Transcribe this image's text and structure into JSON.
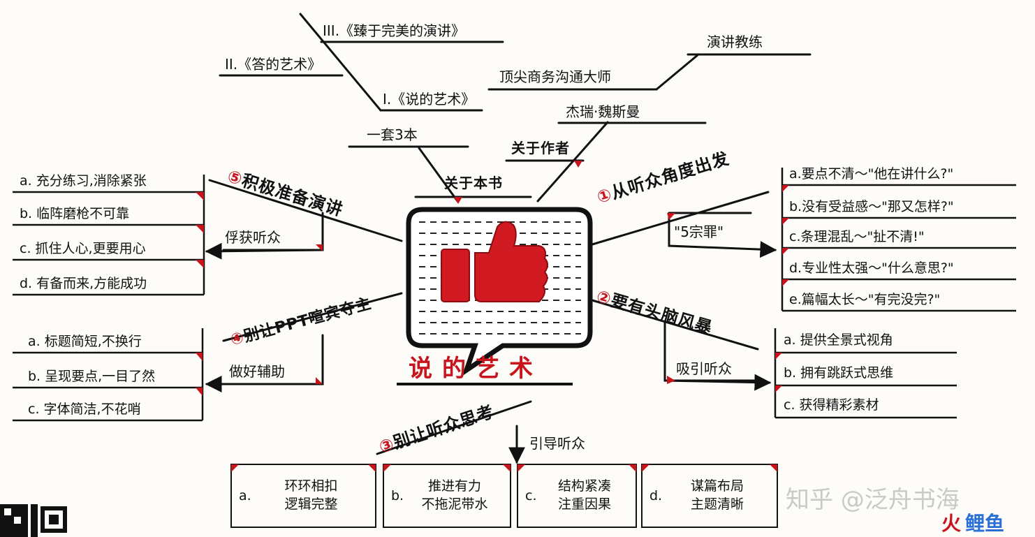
{
  "center": {
    "title": "说的艺术"
  },
  "about_book": {
    "label": "关于本书",
    "set": "一套3本",
    "books": [
      "I.《说的艺术》",
      "II.《答的艺术》",
      "III.《臻于完美的演讲》"
    ]
  },
  "about_author": {
    "label": "关于作者",
    "name": "杰瑞·魏斯曼",
    "titles": [
      "顶尖商务沟通大师",
      "演讲教练"
    ]
  },
  "branch1": {
    "number": "①",
    "title": "从听众角度出发",
    "sub": "\"5宗罪\"",
    "items": [
      "a.要点不清～\"他在讲什么?\"",
      "b.没有受益感～\"那又怎样?\"",
      "c.条理混乱～\"扯不清!\"",
      "d.专业性太强～\"什么意思?\"",
      "e.篇幅太长～\"有完没完?\""
    ]
  },
  "branch2": {
    "number": "②",
    "title": "要有头脑风暴",
    "sub": "吸引听众",
    "items": [
      "a. 提供全景式视角",
      "b. 拥有跳跃式思维",
      "c. 获得精彩素材"
    ]
  },
  "branch3": {
    "number": "③",
    "title": "别让听众思考",
    "sub": "引导听众",
    "boxes": [
      {
        "letter": "a.",
        "line1": "环环相扣",
        "line2": "逻辑完整"
      },
      {
        "letter": "b.",
        "line1": "推进有力",
        "line2": "不拖泥带水"
      },
      {
        "letter": "c.",
        "line1": "结构紧凑",
        "line2": "注重因果"
      },
      {
        "letter": "d.",
        "line1": "谋篇布局",
        "line2": "主题清晰"
      }
    ]
  },
  "branch4": {
    "number": "④",
    "title": "别让PPT喧宾夺主",
    "sub": "做好辅助",
    "items": [
      "a. 标题简短,不换行",
      "b. 呈现要点,一目了然",
      "c. 字体简洁,不花哨"
    ]
  },
  "branch5": {
    "number": "⑤",
    "title": "积极准备演讲",
    "sub": "俘获听众",
    "items": [
      "a. 充分练习,消除紧张",
      "b. 临阵磨枪不可靠",
      "c. 抓住人心,更要用心",
      "d. 有备而来,方能成功"
    ]
  },
  "watermark": {
    "text": "知乎 @泛舟书海",
    "logo1": "火",
    "logo2": "鲤鱼"
  },
  "colors": {
    "accent": "#c8141c",
    "ink": "#111111"
  }
}
